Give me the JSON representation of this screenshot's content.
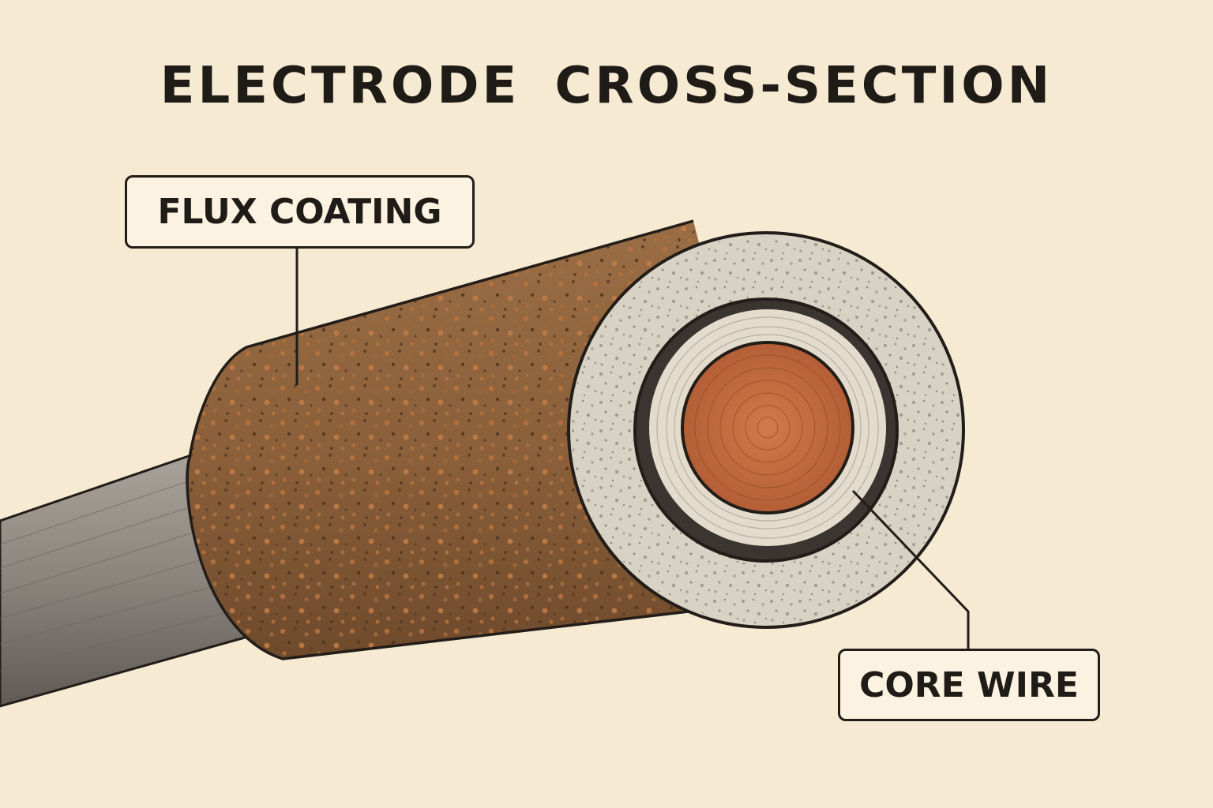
{
  "title": "ELECTRODE  CROSS-SECTION",
  "labels": {
    "flux_coating": "FLUX COATING",
    "core_wire": "CORE WIRE"
  },
  "colors": {
    "background": "#f6ead3",
    "flux_coating": "#8a5f39",
    "cross_section_coating": "#d8d2c4",
    "core_wire": "#c06a3e",
    "bare_wire": "#8c8780",
    "outline": "#221d18"
  }
}
